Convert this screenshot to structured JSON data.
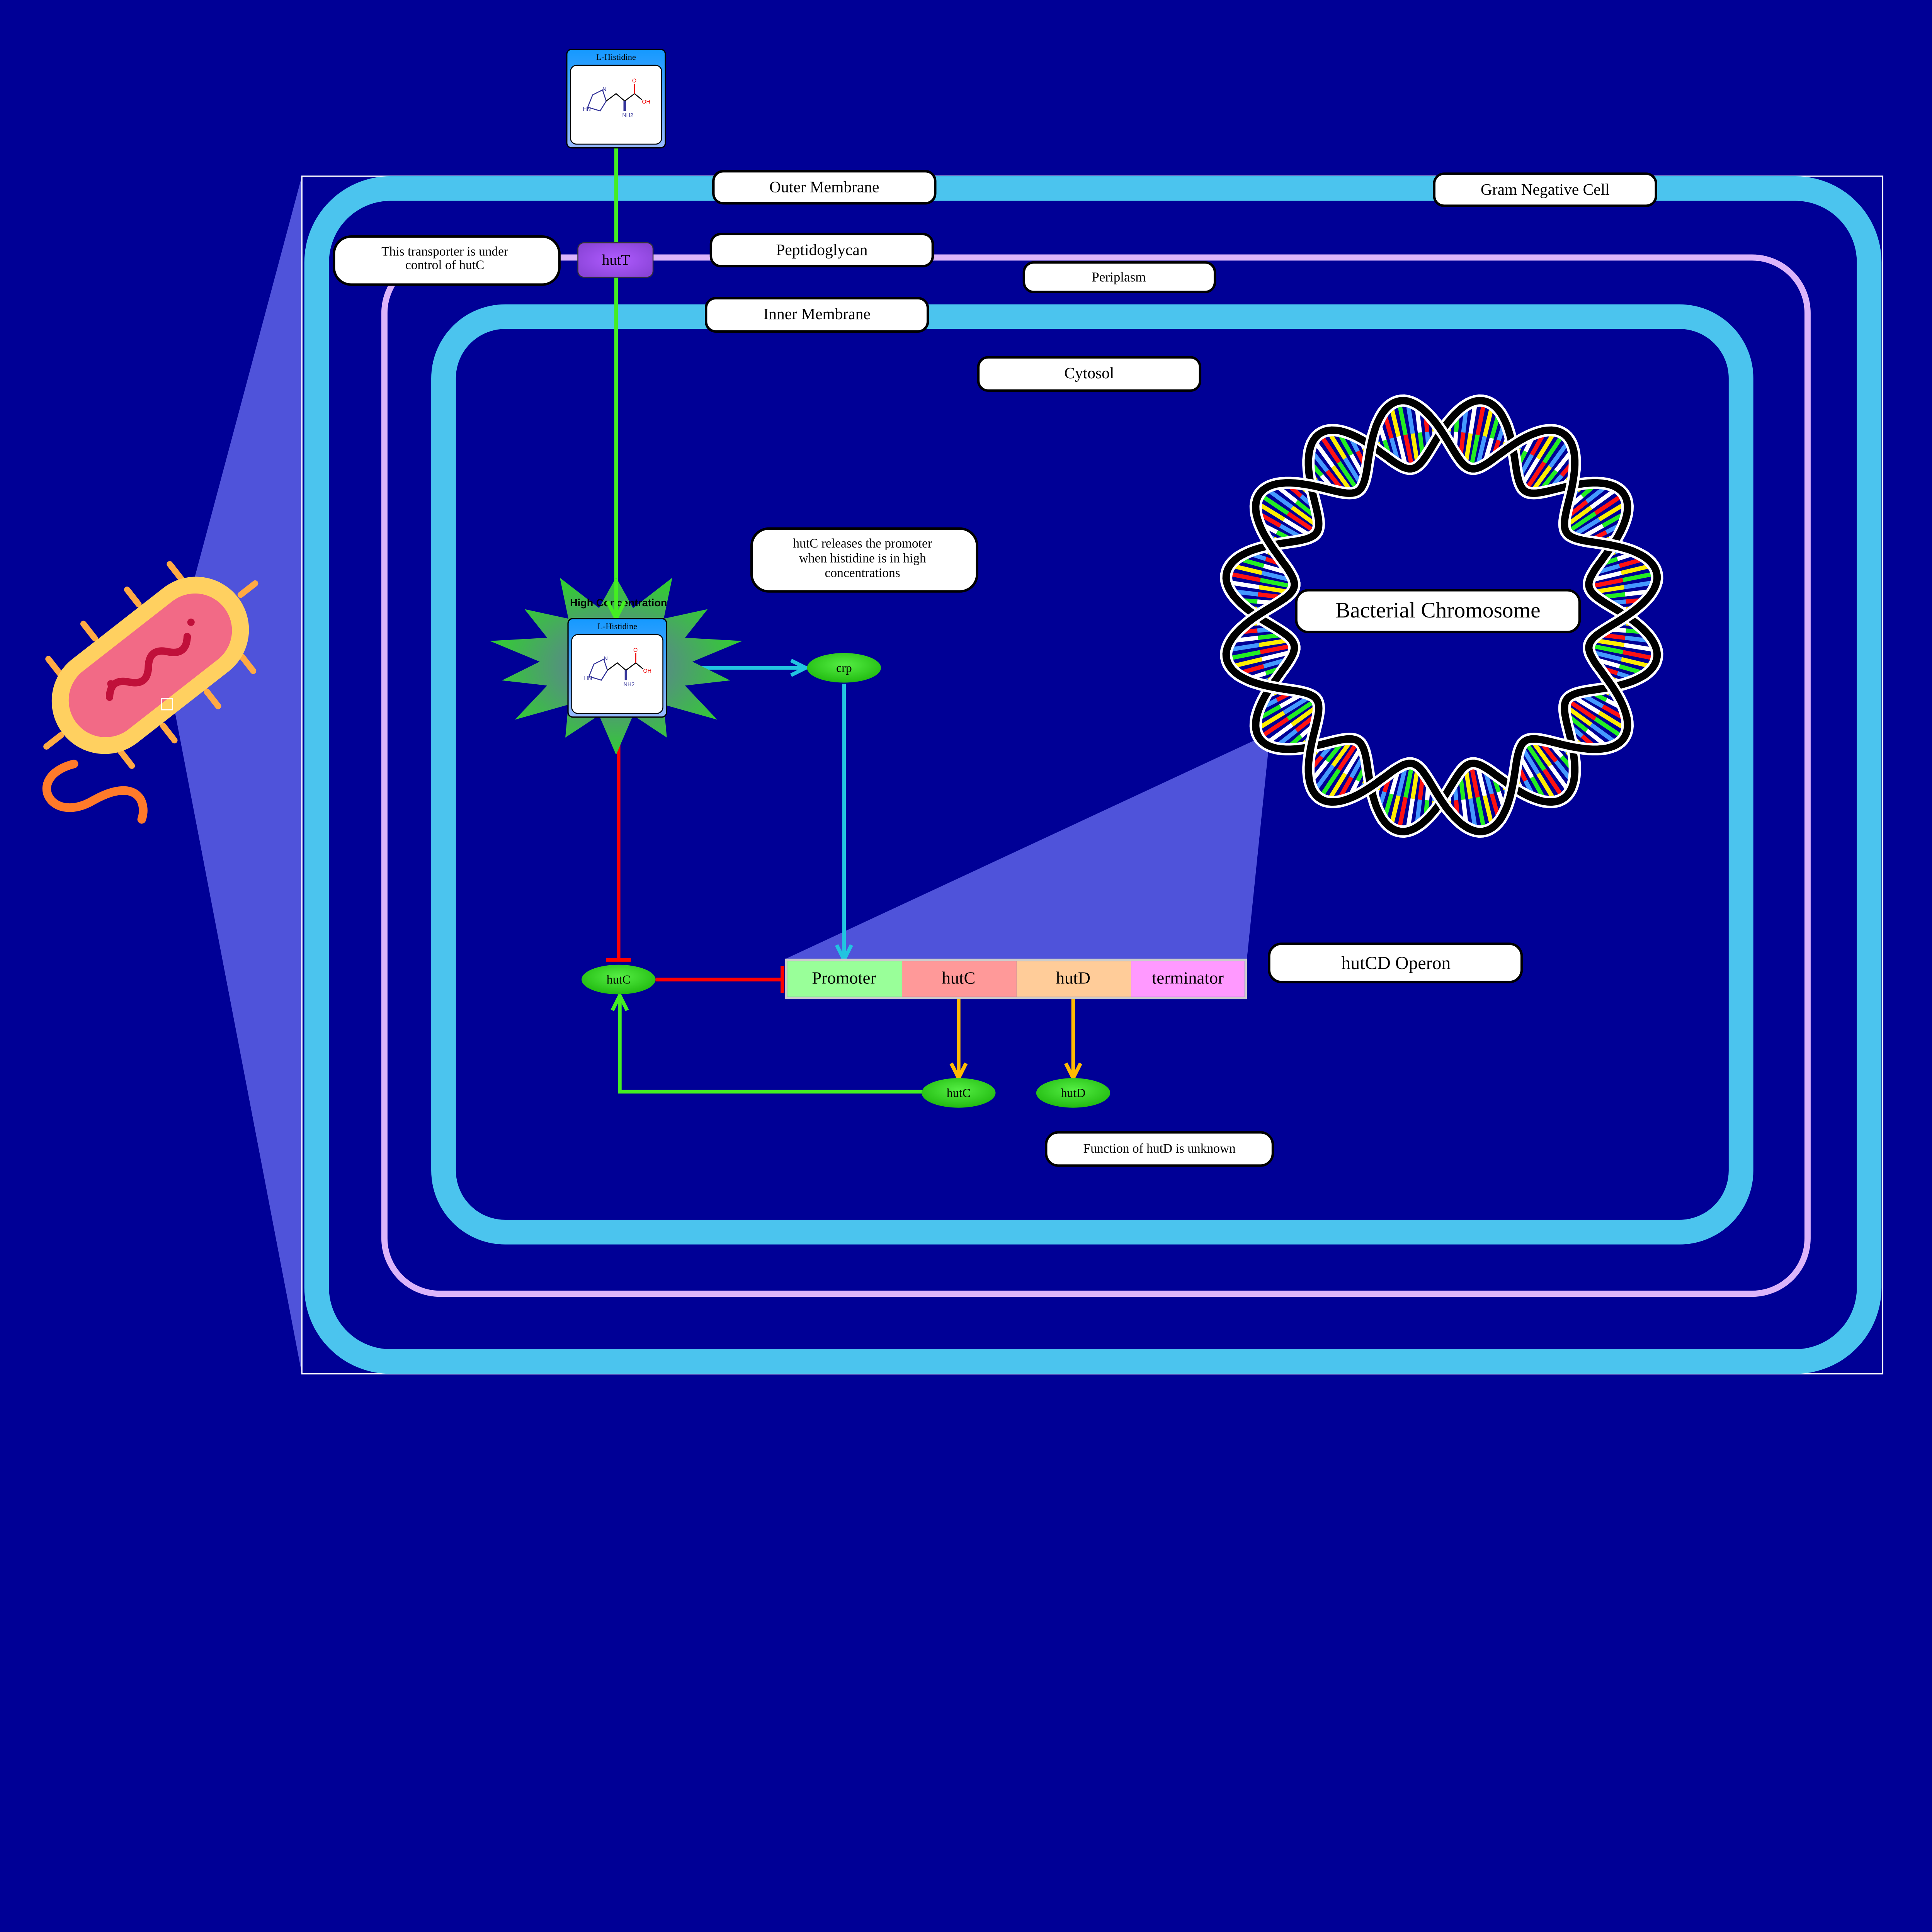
{
  "compartments": {
    "outer_membrane": "Outer Membrane",
    "gram_negative_cell": "Gram Negative Cell",
    "peptidoglycan": "Peptidoglycan",
    "periplasm": "Periplasm",
    "inner_membrane": "Inner Membrane",
    "cytosol": "Cytosol"
  },
  "notes": {
    "transporter_line1": "This transporter is under",
    "transporter_line2": "control of hutC",
    "hutc_line1": "hutC releases the promoter",
    "hutc_line2": "when histidine is in high",
    "hutc_line3": "concentrations",
    "hutd": "Function of hutD is unknown"
  },
  "transporter": "hutT",
  "metabolite": {
    "name": "L-Histidine",
    "atoms": {
      "hn": "HN",
      "n": "N",
      "nh2": "NH2",
      "oh": "OH",
      "o": "O"
    }
  },
  "high_concentration": "High Concentration",
  "proteins": {
    "crp": "crp",
    "hutC_regulator": "hutC",
    "hutC_product": "hutC",
    "hutD_product": "hutD"
  },
  "chromosome": "Bacterial Chromosome",
  "operon": {
    "title": "hutCD Operon",
    "parts": [
      {
        "label": "Promoter",
        "color": "#99ff99"
      },
      {
        "label": "hutC",
        "color": "#ff9999"
      },
      {
        "label": "hutD",
        "color": "#ffcc99"
      },
      {
        "label": "terminator",
        "color": "#ff99ff"
      }
    ]
  },
  "colors": {
    "background": "#000096",
    "membrane": "#4bc4ee",
    "peptidoglycan": "#dcb4fa",
    "transport_arrow": "#44ee22",
    "inhibition": "#ff0000",
    "activation": "#22c4e0",
    "production": "#ffbb00"
  }
}
